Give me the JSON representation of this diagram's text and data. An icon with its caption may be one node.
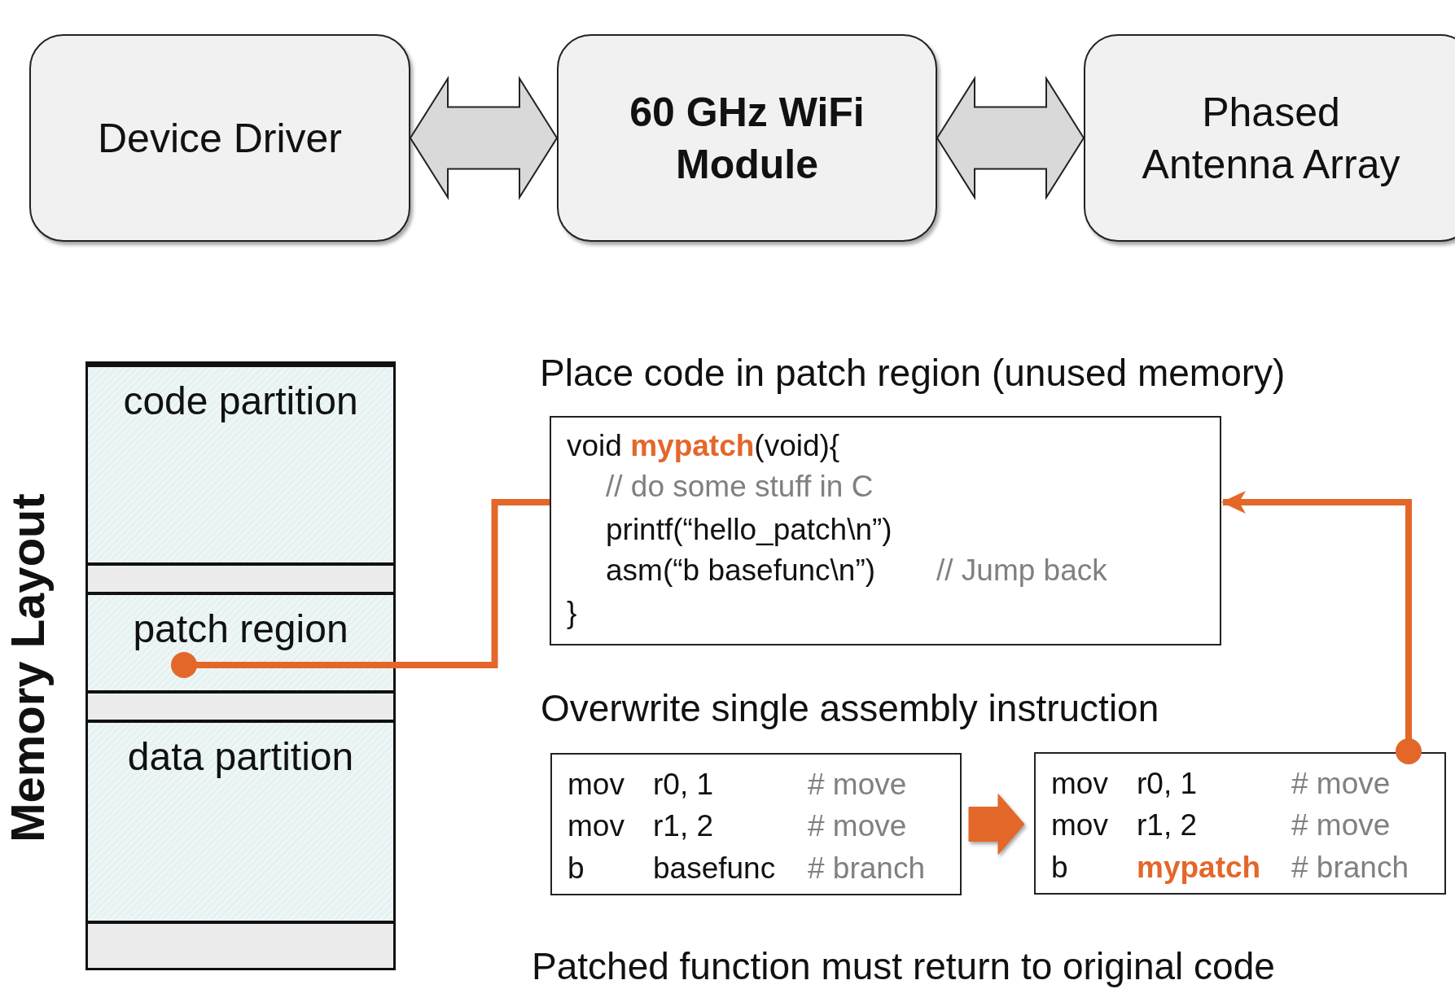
{
  "diagram": {
    "nodes": [
      {
        "text": [
          "Device Driver"
        ]
      },
      {
        "text": [
          "60 GHz WiFi Module"
        ]
      },
      {
        "text": [
          "Phased Antenna Array"
        ]
      },
      {
        "text": [
          "Memory Layout"
        ]
      },
      {
        "text": [
          "code partition"
        ],
        "in": 3
      },
      {
        "text": [],
        "shape": "box",
        "in": 3
      },
      {
        "text": [
          "patch region"
        ],
        "in": 3
      },
      {
        "text": [],
        "shape": "box",
        "in": 3
      },
      {
        "text": [
          "data partition"
        ],
        "in": 3
      },
      {
        "text": [],
        "shape": "box",
        "in": 3
      },
      {
        "text": [
          "Place code in patch region (unused memory)",
          "void **mypatch**(void){",
          "// do some stuff in C",
          "printf(“hello_patch\\n”)",
          "asm(“b basefunc\\n”)",
          "// Jump back",
          "}"
        ]
      },
      {
        "text": [
          "Overwrite single assembly instruction",
          "mov",
          "r0, 1",
          "# move",
          "mov",
          "r1, 2",
          "# move",
          "b",
          "basefunc",
          "# branch"
        ]
      },
      {
        "text": [
          "mov",
          "r0, 1",
          "# move",
          "mov",
          "r1, 2",
          "# move",
          "b",
          "**mypatch**",
          "# branch"
        ]
      }
    ],
    "edges": [
      {
        "from": 0,
        "to": 1,
        "arrow": "both",
        "style": "thick",
        "color": "#d9d9d9"
      },
      {
        "from": 1,
        "to": 2,
        "arrow": "both",
        "style": "thick",
        "color": "#d9d9d9"
      },
      {
        "from": 6,
        "to": 10,
        "arrow": "other",
        "color": "#e4672a"
      },
      {
        "from": 12,
        "to": 10,
        "arrow": "to",
        "color": "#e4672a"
      },
      {
        "from": 11,
        "to": 12,
        "arrow": "to",
        "style": "thick",
        "color": "#e4672a"
      }
    ],
    "labels": [
      "Patched function must return to original code"
    ]
  }
}
